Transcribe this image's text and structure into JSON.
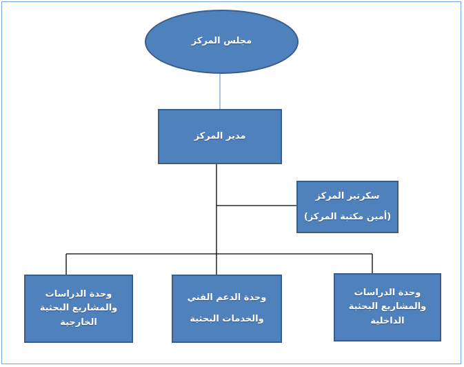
{
  "nodes": {
    "council": "مجلس المركز",
    "director": "مدير المركز",
    "secretary": {
      "title": "سكرتير المركز",
      "subtitle": "(أمين مكتبة المركز)"
    },
    "external_unit": {
      "line1": "وحدة الدراسات",
      "line2": "والمشاريع البحثية",
      "line3": "الخارجية"
    },
    "support_unit": {
      "line1": "وحدة الدعم الفني",
      "line2": "والخدمات البحثية"
    },
    "internal_unit": {
      "line1": "وحدة الدراسات",
      "line2": "والمشاريع البحثية",
      "line3": "الداخلية"
    }
  },
  "colors": {
    "box_fill": "#4f81bd",
    "box_border": "#385d8a",
    "council_link": "#7f9fc4",
    "connector": "#000000",
    "frame": "#6fa8dc"
  }
}
